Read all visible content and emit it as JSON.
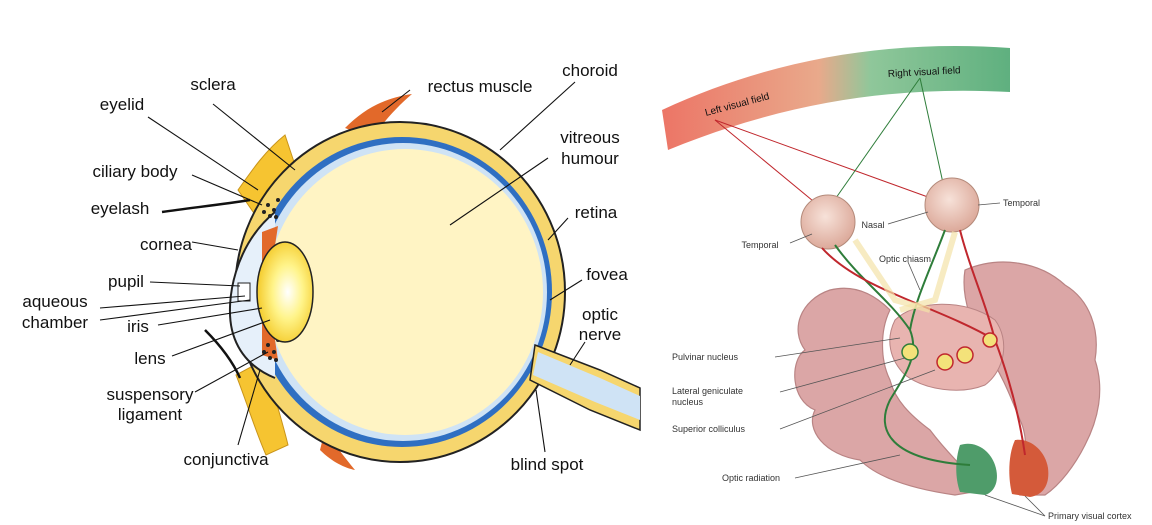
{
  "eye_diagram": {
    "labels": {
      "sclera": "sclera",
      "eyelid": "eyelid",
      "ciliary_body": "ciliary body",
      "eyelash": "eyelash",
      "cornea": "cornea",
      "pupil": "pupil",
      "aqueous_1": "aqueous",
      "aqueous_2": "chamber",
      "iris": "iris",
      "lens": "lens",
      "suspensory_1": "suspensory",
      "suspensory_2": "ligament",
      "conjunctiva": "conjunctiva",
      "rectus_muscle": "rectus muscle",
      "choroid": "choroid",
      "vitreous_1": "vitreous",
      "vitreous_2": "humour",
      "retina": "retina",
      "fovea": "fovea",
      "optic_1": "optic",
      "optic_2": "nerve",
      "blind_spot": "blind spot"
    },
    "colors": {
      "sclera": "#f6d66e",
      "choroid": "#2f6fc2",
      "vitreous": "#fff4c4",
      "lens": "#ffe94a",
      "muscle": "#e2692a",
      "eyelid": "#f6c431"
    }
  },
  "visual_pathway": {
    "labels": {
      "left_field": "Left visual field",
      "right_field": "Right visual field",
      "temporal_right": "Temporal",
      "temporal_left": "Temporal",
      "nasal": "Nasal",
      "optic_chiasm": "Optic chiasm",
      "pulvinar": "Pulvinar nucleus",
      "lgn_1": "Lateral geniculate",
      "lgn_2": "nucleus",
      "superior_colliculus": "Superior colliculus",
      "optic_radiation": "Optic radiation",
      "primary_visual_cortex": "Primary visual cortex"
    },
    "colors": {
      "left_field": "#e97a6a",
      "right_field": "#6fb98a",
      "brain": "#dba6a6",
      "left_path": "#c0272d",
      "right_path": "#2e7d3a"
    }
  }
}
